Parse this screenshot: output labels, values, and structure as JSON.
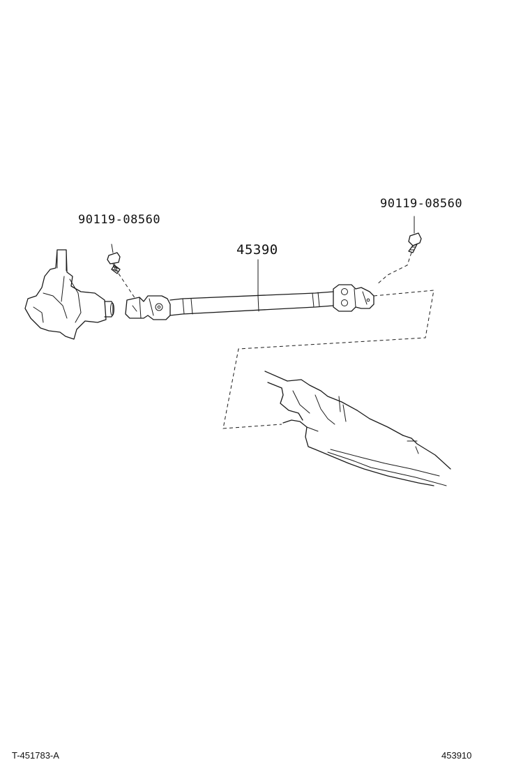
{
  "diagram": {
    "labels": {
      "bolt_left": "90119-08560",
      "bolt_right": "90119-08560",
      "shaft": "45390"
    },
    "footer": {
      "illustration_code": "T-451783-A",
      "figure_number": "453910"
    }
  }
}
